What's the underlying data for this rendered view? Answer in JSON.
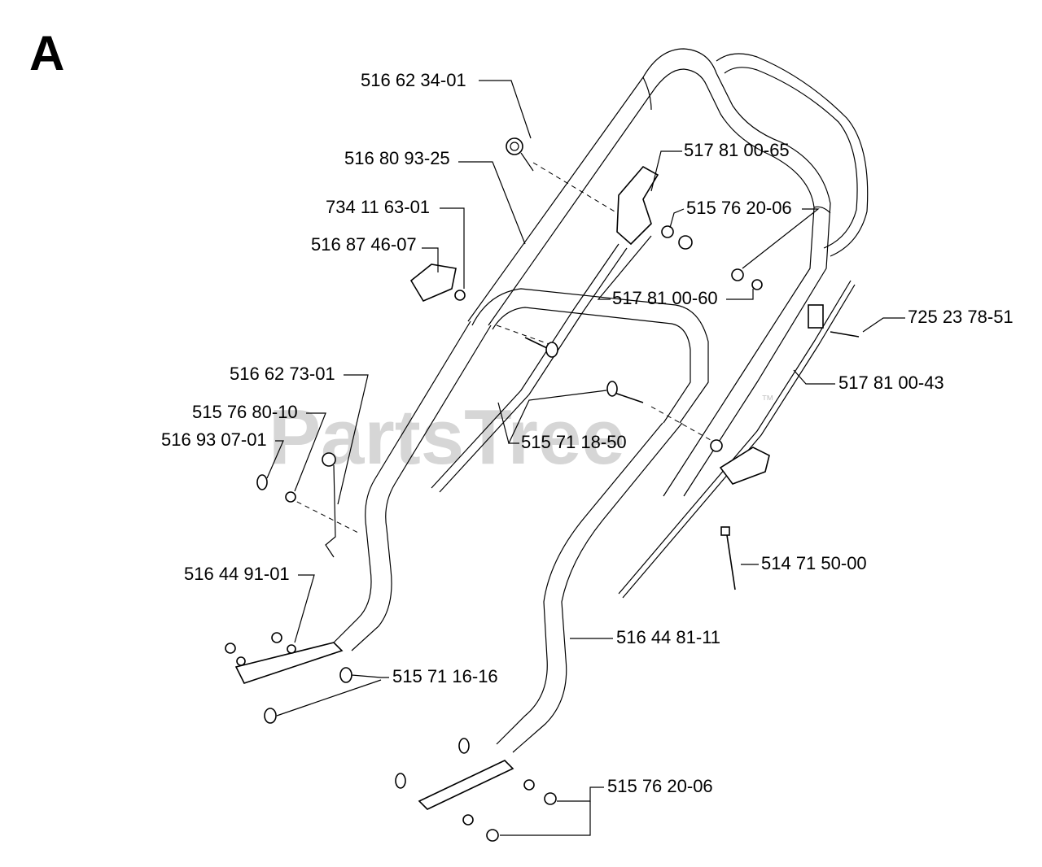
{
  "section_letter": "A",
  "watermark": "PartsTree",
  "watermark_mark": "™",
  "part_numbers": {
    "p_516_62_34_01": "516 62 34-01",
    "p_516_80_93_25": "516 80 93-25",
    "p_517_81_00_65": "517 81 00-65",
    "p_734_11_63_01": "734 11 63-01",
    "p_515_76_20_06_top": "515 76 20-06",
    "p_516_87_46_07": "516 87 46-07",
    "p_517_81_00_60": "517 81 00-60",
    "p_725_23_78_51": "725 23 78-51",
    "p_516_62_73_01": "516 62 73-01",
    "p_517_81_00_43": "517 81 00-43",
    "p_515_76_80_10": "515 76 80-10",
    "p_515_71_18_50": "515 71 18-50",
    "p_516_93_07_01": "516 93 07-01",
    "p_514_71_50_00": "514 71 50-00",
    "p_516_44_91_01": "516 44 91-01",
    "p_516_44_81_11": "516 44 81-11",
    "p_515_71_16_16": "515 71 16-16",
    "p_515_76_20_06_bottom": "515 76 20-06"
  }
}
